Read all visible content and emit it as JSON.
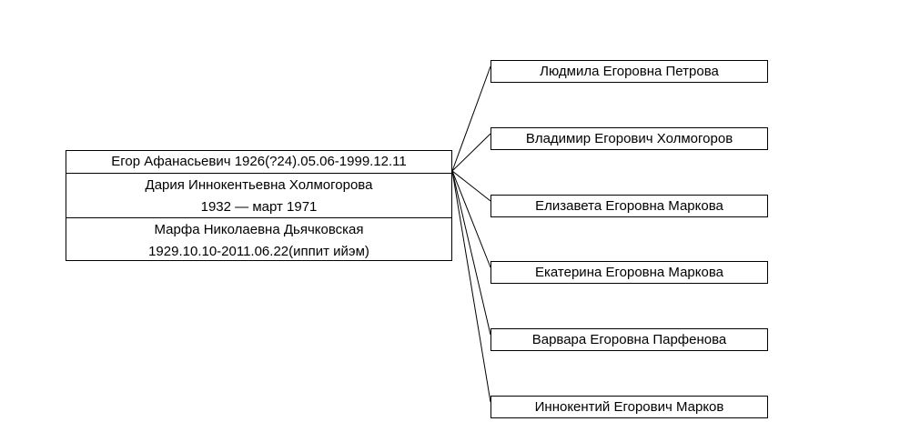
{
  "parent": {
    "name": "Егор Афанасьевич 1926(?24).05.06-1999.12.11"
  },
  "spouses": [
    {
      "name": "Дария Иннокентьевна Холмогорова",
      "dates": "1932 — март 1971"
    },
    {
      "name": "Марфа Николаевна Дьячковская",
      "dates": "1929.10.10-2011.06.22(иппит ийэм)"
    }
  ],
  "children": [
    {
      "name": "Людмила Егоровна Петрова"
    },
    {
      "name": "Владимир Егорович Холмогоров"
    },
    {
      "name": "Елизавета Егоровна Маркова"
    },
    {
      "name": "Екатерина Егоровна Маркова"
    },
    {
      "name": "Варвара Егоровна Парфенова"
    },
    {
      "name": "Иннокентий Егорович Марков"
    }
  ],
  "colors": {
    "line": "#000000",
    "box_border": "#000000",
    "background": "#ffffff"
  }
}
